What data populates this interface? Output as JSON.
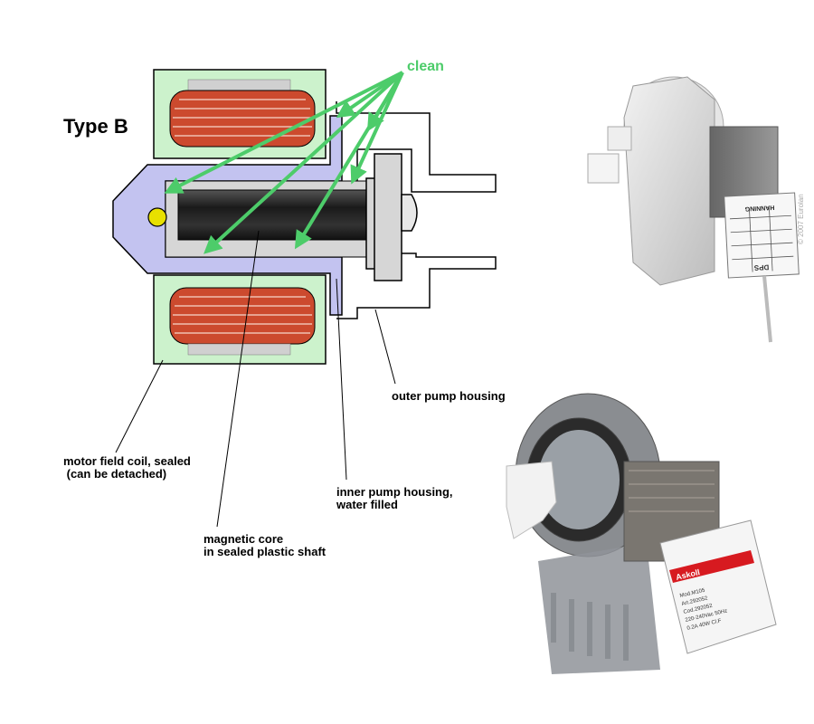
{
  "diagram": {
    "title": "Type B",
    "arrow_label": "clean",
    "labels": {
      "outer_housing": "outer pump housing",
      "field_coil_line1": "motor field coil, sealed",
      "field_coil_line2": " (can be detached)",
      "inner_housing_line1": "inner pump housing,",
      "inner_housing_line2": "water filled",
      "core_line1": "magnetic core",
      "core_line2": "in sealed plastic shaft"
    },
    "colors": {
      "arrow_green": "#4dcc6a",
      "coil_fill": "#ccf2cc",
      "winding_red": "#cc4a2e",
      "shaft_lavender": "#c3c3f0",
      "core_dark": "#2a2a2a",
      "bearing_yellow": "#e8e000",
      "housing_gray": "#d6d6d6"
    }
  },
  "photos": {
    "top_right": {
      "label_lines": [
        "HANNING",
        "DPS"
      ],
      "watermark": "© 2007 Eurolan"
    },
    "bottom_right": {
      "brand": "Askoll",
      "label_lines": [
        "Mod.M105",
        "Art.292052",
        "Cod.292052",
        "220-240Vac 50Hz",
        "0.2A 40W Cl.F"
      ]
    }
  }
}
